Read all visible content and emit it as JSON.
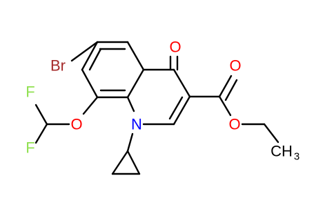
{
  "molecule": {
    "atoms": {
      "br": {
        "text": "Br",
        "color": "#a52a2a"
      },
      "o_keto": {
        "text": "O",
        "color": "#ff0000"
      },
      "o_carbonyl": {
        "text": "O",
        "color": "#ff0000"
      },
      "o_ester": {
        "text": "O",
        "color": "#ff0000"
      },
      "o_ether": {
        "text": "O",
        "color": "#ff0000"
      },
      "f_top": {
        "text": "F",
        "color": "#90e050"
      },
      "f_bottom": {
        "text": "F",
        "color": "#90e050"
      },
      "n_ring": {
        "text": "N",
        "color": "#0000ff"
      },
      "methyl": {
        "text": "CH",
        "sub": "3",
        "color": "#000000"
      }
    }
  }
}
